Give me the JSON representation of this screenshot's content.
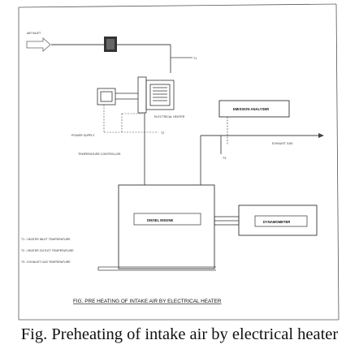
{
  "labels": {
    "air_inlet": "AIR INLET",
    "t1": "T1",
    "t2": "T2",
    "t3": "T3",
    "electrical_heater": "ELECTRICAL HEATER",
    "power_supply": "POWER SUPPLY",
    "temperature_controller": "TEMPERATURE CONTROLLER",
    "emission_analyser": "EMISSION ANALYSER",
    "exhaust_gas": "EXHAUST GAS",
    "diesel_engine": "DIESEL ENGINE",
    "dynamometer": "DYNAMOMETER"
  },
  "legend": [
    "T1 - HEATER INLET TEMPERATURE",
    "T2 - HEATER OUTLET TEMPERATURE",
    "T3 - EXHAUST GAS TEMPERATURE"
  ],
  "inner_caption": "FIG.   PRE HEATING OF INTAKE AIR BY ELECTRICAL HEATER",
  "caption": "Fig. Preheating of intake air by electrical heater"
}
